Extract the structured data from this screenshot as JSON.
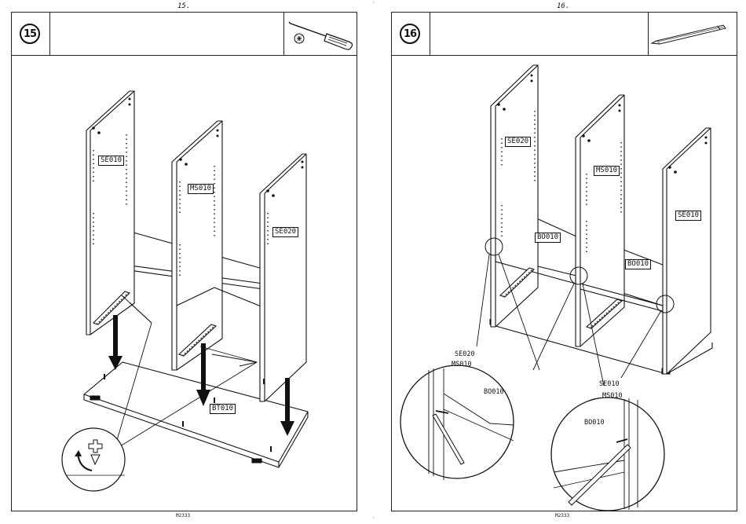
{
  "left_page": {
    "page_number": "15.",
    "step": "15",
    "tool_icon": "screwdriver-icon",
    "tool_detail_icon": "phillips-bit-icon",
    "footer_code": "M2333",
    "part_labels": [
      "SE010",
      "MS010",
      "SE020",
      "BT010"
    ]
  },
  "right_page": {
    "page_number": "16.",
    "step": "16",
    "tool_icon": "pencil-icon",
    "footer_code": "M2333",
    "part_labels": [
      "SE020",
      "MS010",
      "SE010",
      "BO010",
      "BO010"
    ],
    "detail_left": {
      "labels": [
        "SE020",
        "MS010",
        "BO010"
      ]
    },
    "detail_right": {
      "labels": [
        "SE010",
        "MS010",
        "BO010"
      ]
    }
  }
}
